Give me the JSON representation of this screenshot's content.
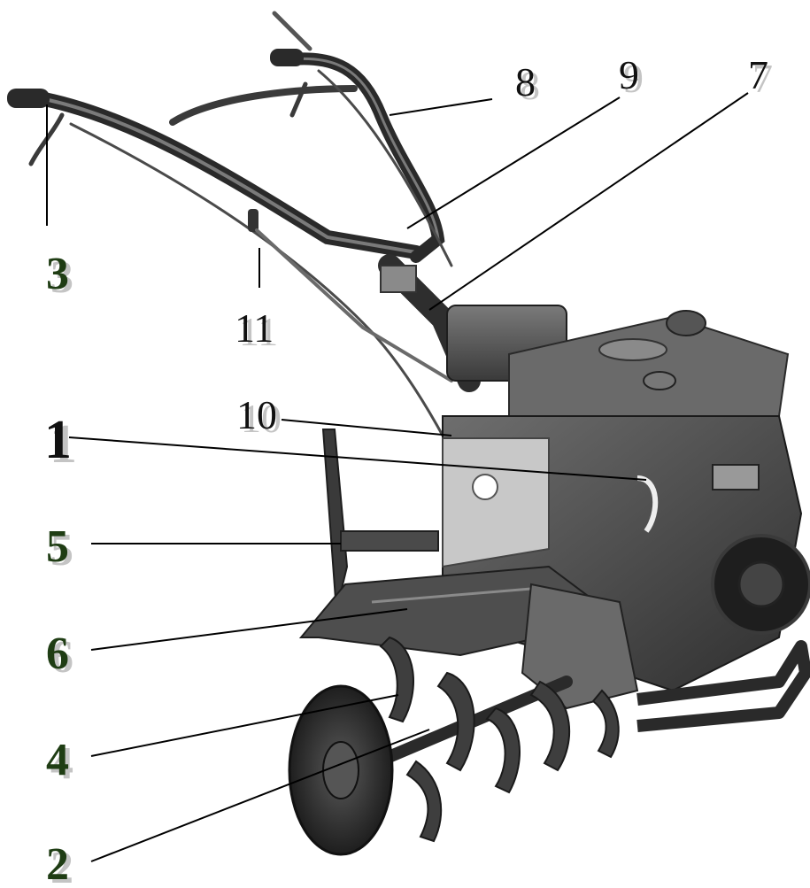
{
  "figure": {
    "subject": "rototiller-cultivator",
    "colors": {
      "background": "#ffffff",
      "machine_dark": "#2a2a2a",
      "machine_mid": "#5a5a5a",
      "machine_light": "#a8a8a8",
      "leader_line": "#000000",
      "label_green": "#1f3d14",
      "label_black": "#111111",
      "label_shadow": "#c4c4c4"
    }
  },
  "callouts": [
    {
      "id": "1",
      "text": "1"
    },
    {
      "id": "2",
      "text": "2"
    },
    {
      "id": "3",
      "text": "3"
    },
    {
      "id": "4",
      "text": "4"
    },
    {
      "id": "5",
      "text": "5"
    },
    {
      "id": "6",
      "text": "6"
    },
    {
      "id": "7",
      "text": "7"
    },
    {
      "id": "8",
      "text": "8"
    },
    {
      "id": "9",
      "text": "9"
    },
    {
      "id": "10",
      "text": "10"
    },
    {
      "id": "11",
      "text": "11"
    }
  ]
}
